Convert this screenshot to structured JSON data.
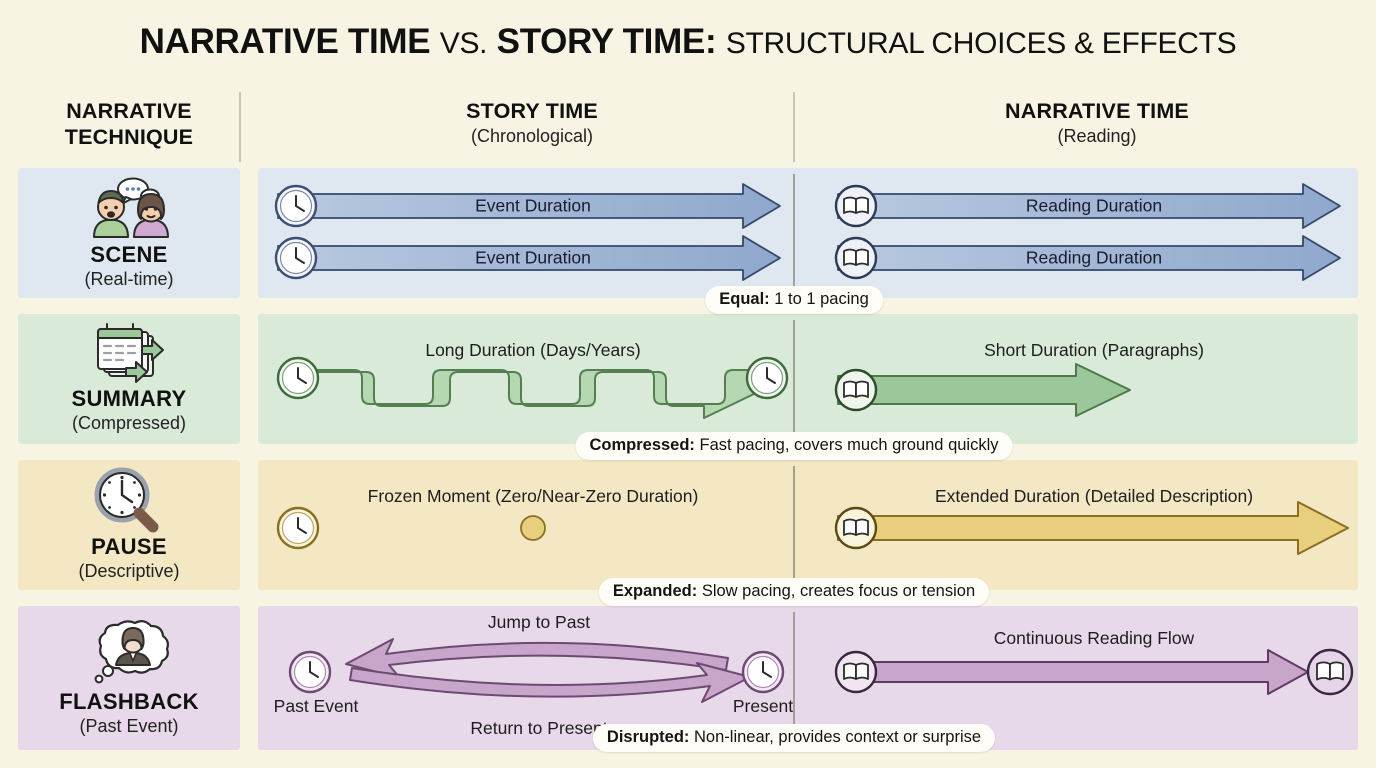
{
  "title": {
    "part1": "NARRATIVE TIME",
    "vs": "VS.",
    "part2": "STORY TIME:",
    "part3": "STRUCTURAL CHOICES & EFFECTS"
  },
  "columns": {
    "technique": {
      "line1": "NARRATIVE",
      "line2": "TECHNIQUE"
    },
    "story": {
      "line1": "STORY TIME",
      "line2": "(Chronological)"
    },
    "narrative": {
      "line1": "NARRATIVE TIME",
      "line2": "(Reading)"
    }
  },
  "rows": [
    {
      "id": "scene",
      "name": "SCENE",
      "sub": "(Real-time)",
      "icon": "two-people-talking-icon",
      "bg": "#dfe8f0",
      "accent": "#8fa8cc",
      "story": {
        "bars": [
          "Event Duration",
          "Event Duration"
        ],
        "start_icon": "clock-icon"
      },
      "narrative": {
        "bars": [
          "Reading Duration",
          "Reading Duration"
        ],
        "start_icon": "book-icon"
      },
      "badge": {
        "label": "Equal:",
        "text": "1 to 1 pacing"
      }
    },
    {
      "id": "summary",
      "name": "SUMMARY",
      "sub": "(Compressed)",
      "icon": "calendar-pages-arrow-icon",
      "bg": "#d9ebd8",
      "accent": "#9cc79a",
      "story": {
        "caption": "Long Duration (Days/Years)",
        "start_icon": "clock-icon",
        "end_icon": "clock-icon"
      },
      "narrative": {
        "caption": "Short Duration (Paragraphs)",
        "start_icon": "book-icon"
      },
      "badge": {
        "label": "Compressed:",
        "text": "Fast pacing, covers much ground quickly"
      }
    },
    {
      "id": "pause",
      "name": "PAUSE",
      "sub": "(Descriptive)",
      "icon": "magnifying-glass-clock-icon",
      "bg": "#f3e8c3",
      "accent": "#e2c55f",
      "story": {
        "caption": "Frozen Moment (Zero/Near-Zero Duration)",
        "start_icon": "clock-icon",
        "dot": "frozen-moment-dot"
      },
      "narrative": {
        "caption": "Extended Duration (Detailed Description)",
        "start_icon": "book-icon"
      },
      "badge": {
        "label": "Expanded:",
        "text": "Slow pacing, creates focus or tension"
      }
    },
    {
      "id": "flashback",
      "name": "FLASHBACK",
      "sub": "(Past Event)",
      "icon": "thought-bubble-person-icon",
      "bg": "#e8d9ea",
      "accent": "#bf9cc2",
      "story": {
        "top_label": "Jump to Past",
        "bottom_label": "Return to Present",
        "left_node": "Past Event",
        "right_node": "Present",
        "left_icon": "clock-icon",
        "right_icon": "clock-icon"
      },
      "narrative": {
        "caption": "Continuous Reading Flow",
        "start_icon": "book-icon",
        "end_icon": "book-icon"
      },
      "badge": {
        "label": "Disrupted:",
        "text": "Non-linear, provides context or surprise"
      }
    }
  ],
  "colors": {
    "page_bg": "#f7f4e3",
    "scene": "#dfe8f0",
    "summary": "#d9ebd8",
    "pause": "#f3e8c3",
    "flashback": "#e8d9ea"
  }
}
